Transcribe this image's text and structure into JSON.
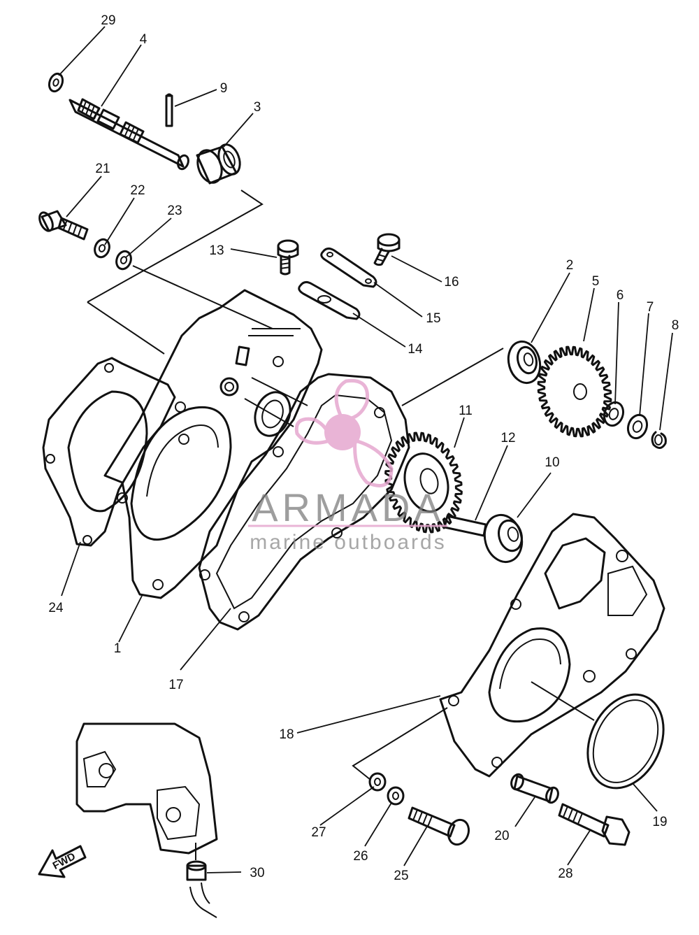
{
  "diagram": {
    "callouts": {
      "c1": "1",
      "c2": "2",
      "c3": "3",
      "c4": "4",
      "c5": "5",
      "c6": "6",
      "c7": "7",
      "c8": "8",
      "c9": "9",
      "c10": "10",
      "c11": "11",
      "c12": "12",
      "c13": "13",
      "c14": "14",
      "c15": "15",
      "c16": "16",
      "c17": "17",
      "c18": "18",
      "c19": "19",
      "c20": "20",
      "c21": "21",
      "c22": "22",
      "c23": "23",
      "c24": "24",
      "c25": "25",
      "c26": "26",
      "c27": "27",
      "c28": "28",
      "c29": "29",
      "c30": "30"
    },
    "direction_marker": "FWD"
  },
  "watermark": {
    "title": "ARMADA",
    "subtitle": "marine outboards",
    "logo_color": "#e6a7cf"
  }
}
